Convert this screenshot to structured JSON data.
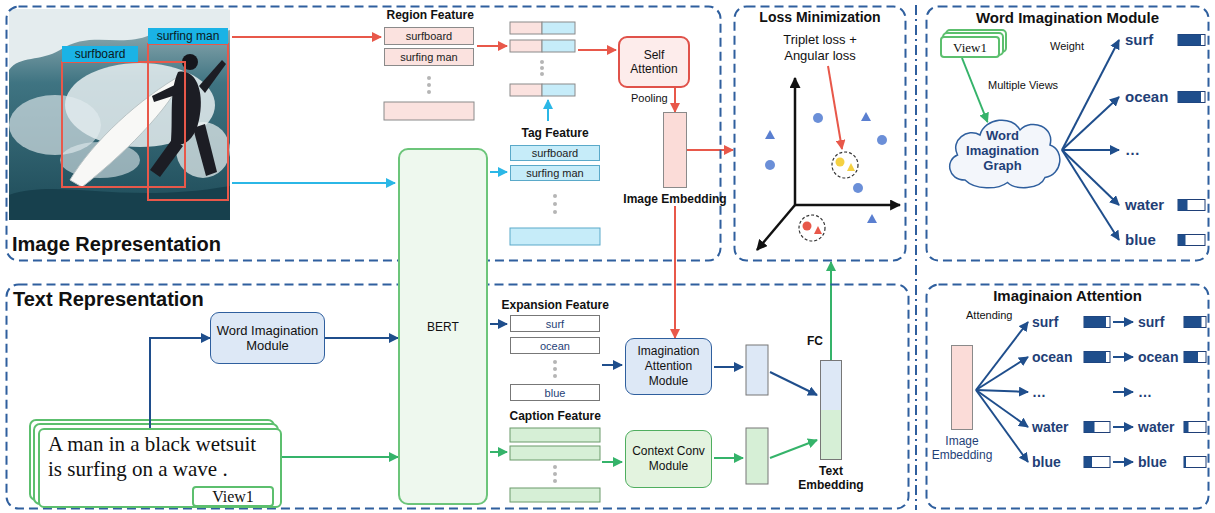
{
  "diagram": {
    "nodes": [
      {
        "text": [
          "Image Representation"
        ]
      },
      {
        "text": [
          "surfboard"
        ],
        "in": 0
      },
      {
        "text": [
          "surfing man"
        ],
        "in": 0
      },
      {
        "text": [
          "surfboard"
        ],
        "in": 0
      },
      {
        "text": [
          "surfing man"
        ],
        "in": 0
      },
      {
        "text": [
          "Self Attention"
        ],
        "in": 0
      },
      {
        "text": [
          "surfboard"
        ],
        "in": 0
      },
      {
        "text": [
          "surfing man"
        ],
        "in": 0
      },
      {
        "text": [
          "Image Embedding"
        ],
        "in": 0
      },
      {
        "text": [
          "Loss Minimization",
          "Triplet loss + Angular loss"
        ]
      },
      {
        "text": [
          "Word Imagination Module"
        ]
      },
      {
        "text": [
          "View1"
        ],
        "in": 10
      },
      {
        "text": [
          "Word Imagination Graph"
        ],
        "in": 10
      },
      {
        "text": [
          "BERT"
        ]
      },
      {
        "text": [
          "Text Representation"
        ]
      },
      {
        "text": [
          "Word Imagination Module"
        ],
        "in": 14
      },
      {
        "text": [
          "surf"
        ],
        "in": 14
      },
      {
        "text": [
          "ocean"
        ],
        "in": 14
      },
      {
        "text": [
          "blue"
        ],
        "in": 14
      },
      {
        "text": [
          "Imagination Attention Module"
        ],
        "in": 14
      },
      {
        "text": [
          "Context Conv Module"
        ],
        "in": 14
      },
      {
        "text": [
          "Text Embedding"
        ],
        "in": 14
      },
      {
        "text": [
          "A man in a black wetsuit is surfing on a wave ."
        ],
        "in": 14
      },
      {
        "text": [
          "View1"
        ],
        "in": 22
      },
      {
        "text": [
          "Imaginaion Attention"
        ]
      },
      {
        "text": [
          "Image Embedding"
        ],
        "in": 24
      }
    ],
    "edges": [
      {
        "from": 5,
        "to": 8,
        "arrow": "to"
      },
      {
        "from": 8,
        "to": 9,
        "arrow": "to"
      },
      {
        "from": 8,
        "to": 19,
        "arrow": "to"
      },
      {
        "from": 11,
        "to": 12,
        "arrow": "to"
      },
      {
        "from": 22,
        "to": 15,
        "arrow": "to"
      },
      {
        "from": 22,
        "to": 13,
        "arrow": "to"
      },
      {
        "from": 15,
        "to": 13,
        "arrow": "to"
      },
      {
        "from": 21,
        "to": 9,
        "label": "FC",
        "arrow": "to"
      }
    ],
    "labels": [
      "Region Feature",
      "Tag Feature",
      "Pooling",
      "Multiple Views",
      "Weight",
      "surf",
      "ocean",
      "…",
      "water",
      "blue",
      "Expansion Feature",
      "Caption Feature",
      "Attending",
      "surf",
      "ocean",
      "…",
      "water",
      "blue",
      "surf",
      "ocean",
      "…",
      "water",
      "blue"
    ]
  }
}
